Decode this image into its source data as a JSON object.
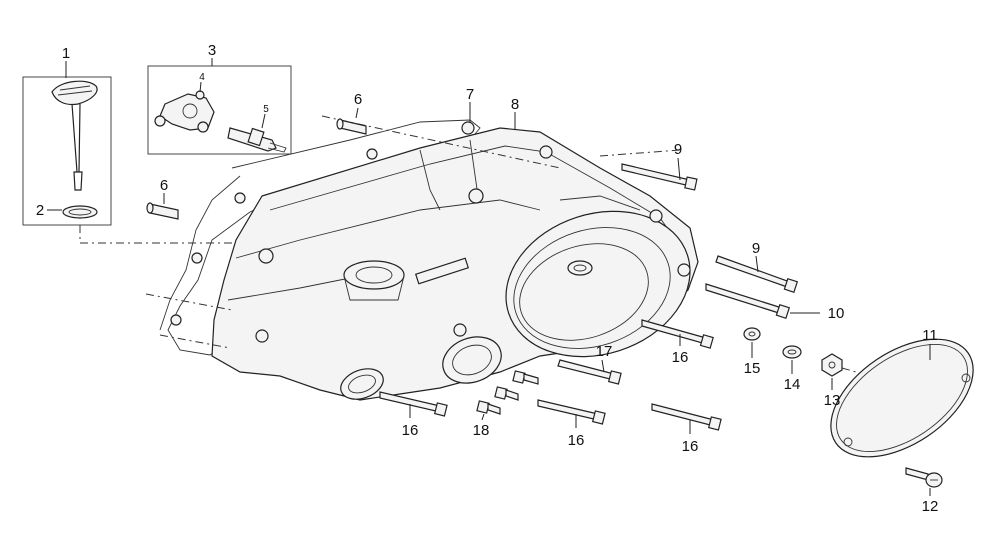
{
  "callouts": {
    "c1": "1",
    "c2": "2",
    "c3": "3",
    "c4": "4",
    "c5": "5",
    "c6a": "6",
    "c6b": "6",
    "c7": "7",
    "c8": "8",
    "c9a": "9",
    "c9b": "9",
    "c10": "10",
    "c11": "11",
    "c12": "12",
    "c13": "13",
    "c14": "14",
    "c15": "15",
    "c16a": "16",
    "c16b": "16",
    "c16c": "16",
    "c16d": "16",
    "c17": "17",
    "c18": "18"
  }
}
